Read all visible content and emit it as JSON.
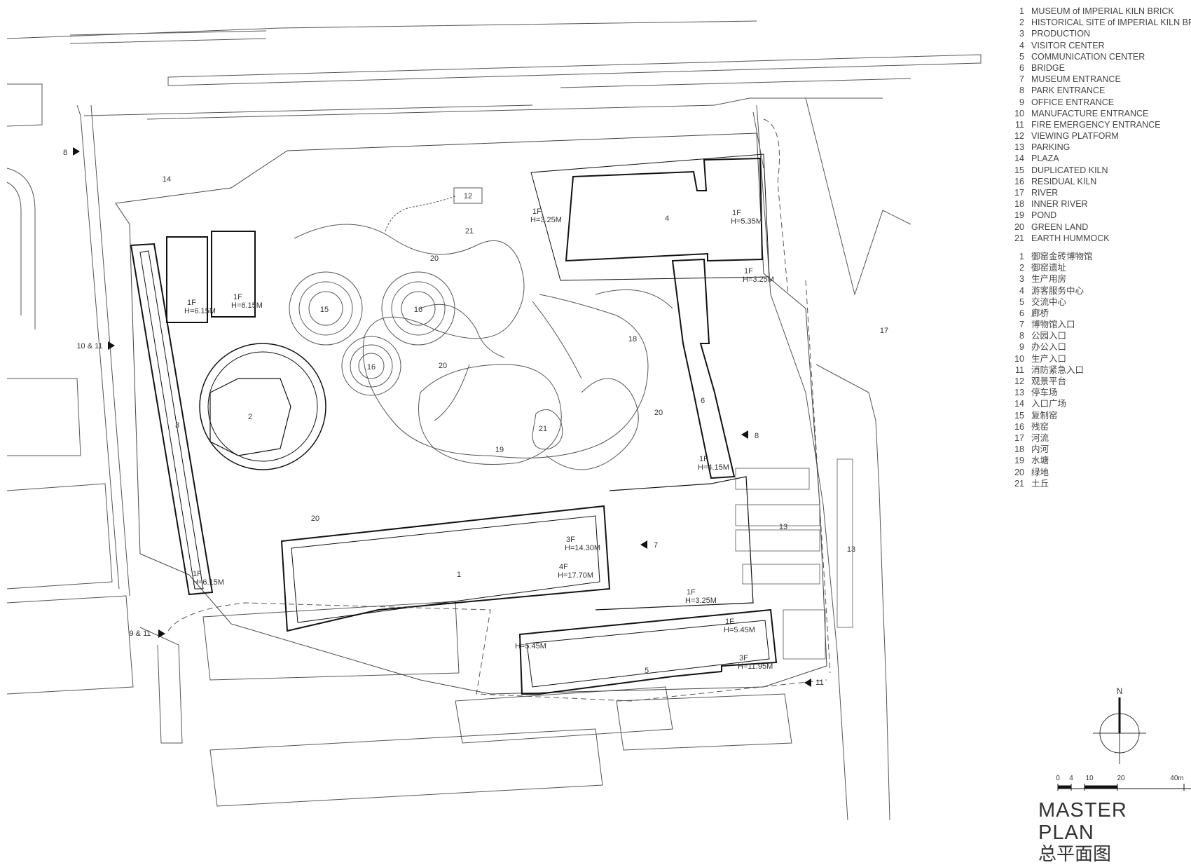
{
  "legend_en": [
    {
      "num": "1",
      "label": "MUSEUM of IMPERIAL KILN BRICK"
    },
    {
      "num": "2",
      "label": "HISTORICAL SITE of IMPERIAL KILN BRICK"
    },
    {
      "num": "3",
      "label": "PRODUCTION"
    },
    {
      "num": "4",
      "label": "VISITOR CENTER"
    },
    {
      "num": "5",
      "label": "COMMUNICATION CENTER"
    },
    {
      "num": "6",
      "label": "BRIDGE"
    },
    {
      "num": "7",
      "label": "MUSEUM ENTRANCE"
    },
    {
      "num": "8",
      "label": "PARK ENTRANCE"
    },
    {
      "num": "9",
      "label": "OFFICE ENTRANCE"
    },
    {
      "num": "10",
      "label": "MANUFACTURE ENTRANCE"
    },
    {
      "num": "11",
      "label": "FIRE EMERGENCY ENTRANCE"
    },
    {
      "num": "12",
      "label": "VIEWING PLATFORM"
    },
    {
      "num": "13",
      "label": "PARKING"
    },
    {
      "num": "14",
      "label": "PLAZA"
    },
    {
      "num": "15",
      "label": "DUPLICATED KILN"
    },
    {
      "num": "16",
      "label": "RESIDUAL KILN"
    },
    {
      "num": "17",
      "label": "RIVER"
    },
    {
      "num": "18",
      "label": "INNER RIVER"
    },
    {
      "num": "19",
      "label": "POND"
    },
    {
      "num": "20",
      "label": "GREEN LAND"
    },
    {
      "num": "21",
      "label": "EARTH HUMMOCK"
    }
  ],
  "legend_zh": [
    {
      "num": "1",
      "label": "御窑金砖博物馆"
    },
    {
      "num": "2",
      "label": "御窑遗址"
    },
    {
      "num": "3",
      "label": "生产用房"
    },
    {
      "num": "4",
      "label": "游客服务中心"
    },
    {
      "num": "5",
      "label": "交流中心"
    },
    {
      "num": "6",
      "label": "廊桥"
    },
    {
      "num": "7",
      "label": "博物馆入口"
    },
    {
      "num": "8",
      "label": "公园入口"
    },
    {
      "num": "9",
      "label": "办公入口"
    },
    {
      "num": "10",
      "label": "生产入口"
    },
    {
      "num": "11",
      "label": "消防紧急入口"
    },
    {
      "num": "12",
      "label": "观景平台"
    },
    {
      "num": "13",
      "label": "停车场"
    },
    {
      "num": "14",
      "label": "入口广场"
    },
    {
      "num": "15",
      "label": "复制窑"
    },
    {
      "num": "16",
      "label": "残窑"
    },
    {
      "num": "17",
      "label": "河流"
    },
    {
      "num": "18",
      "label": "内河"
    },
    {
      "num": "19",
      "label": "水塘"
    },
    {
      "num": "20",
      "label": "绿地"
    },
    {
      "num": "21",
      "label": "土丘"
    }
  ],
  "plan_labels": {
    "n1": "1",
    "n2": "2",
    "n3": "3",
    "n4": "4",
    "n5": "5",
    "n6": "6",
    "n7": "7",
    "n8a": "8",
    "n8b": "8",
    "n10_11": "10 & 11",
    "n9_11": "9 & 11",
    "n11": "11",
    "n12": "12",
    "n13a": "13",
    "n13b": "13",
    "n14": "14",
    "n15": "15",
    "n16a": "16",
    "n16b": "16",
    "n17": "17",
    "n18": "18",
    "n19": "19",
    "n20a": "20",
    "n20b": "20",
    "n20c": "20",
    "n20d": "20",
    "n21a": "21",
    "n21b": "21"
  },
  "heights": {
    "h_1f_615_a": "1F",
    "h_1f_615_a2": "H=6.15M",
    "h_1f_615_b": "1F",
    "h_1f_615_b2": "H=6.15M",
    "h_1f_615_c": "1F",
    "h_1f_615_c2": "H=6.15M",
    "h_1f_325_a": "1F",
    "h_1f_325_a2": "H=3.25M",
    "h_1f_535": "1F",
    "h_1f_535_2": "H=5.35M",
    "h_1f_325_b": "1F",
    "h_1f_325_b2": "H=3.25M",
    "h_1f_415": "1F",
    "h_1f_415_2": "H=4.15M",
    "h_3f_1430": "3F",
    "h_3f_1430_2": "H=14.30M",
    "h_4f_1770": "4F",
    "h_4f_1770_2": "H=17.70M",
    "h_1f_325_c": "1F",
    "h_1f_325_c2": "H=3.25M",
    "h_1f_545_a": "1F",
    "h_1f_545_a2": "H=5.45M",
    "h_1f_545_b": "H=5.45M",
    "h_3f_1195": "3F",
    "h_3f_1195_2": "H=11.95M"
  },
  "north": "N",
  "scale": {
    "t0": "0",
    "t4": "4",
    "t10": "10",
    "t20": "20",
    "t40": "40m"
  },
  "title": {
    "en": "MASTER PLAN",
    "zh": "总平面图"
  }
}
